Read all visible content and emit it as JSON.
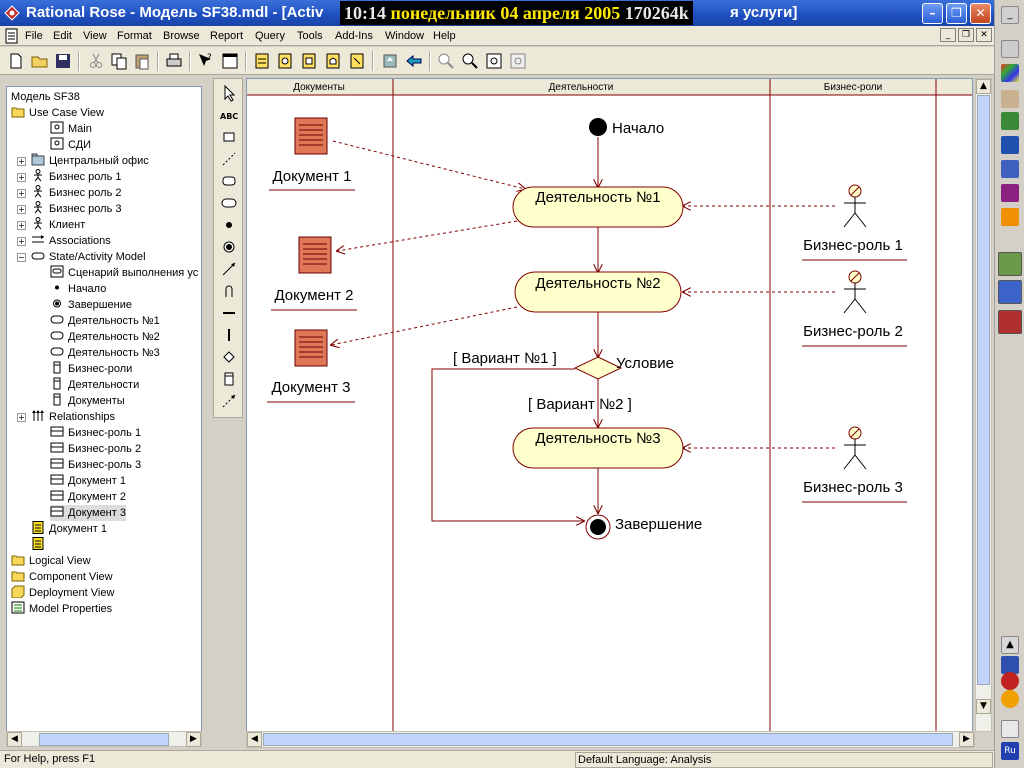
{
  "window": {
    "title": "Rational Rose - Модель SF38.mdl - [Activ",
    "title_tail": "я услуги]",
    "clock_time": "10:14",
    "clock_date": "понедельник 04 апреля 2005",
    "clock_mem": "170264k"
  },
  "menu": [
    "File",
    "Edit",
    "View",
    "Format",
    "Browse",
    "Report",
    "Query",
    "Tools",
    "Add-Ins",
    "Window",
    "Help"
  ],
  "browser": {
    "items": [
      {
        "label": "Модель SF38",
        "icon": "none",
        "expander": "none"
      },
      {
        "label": "Use Case View",
        "icon": "folder-icon",
        "expander": "minus"
      },
      {
        "label": "Main",
        "icon": "diagram-icon",
        "expander": "none"
      },
      {
        "label": "СДИ",
        "icon": "diagram-icon",
        "expander": "none"
      },
      {
        "label": "Центральный офис",
        "icon": "package-icon",
        "expander": "plus"
      },
      {
        "label": "Бизнес роль 1",
        "icon": "actor-icon",
        "expander": "plus"
      },
      {
        "label": "Бизнес роль 2",
        "icon": "actor-icon",
        "expander": "plus"
      },
      {
        "label": "Бизнес роль 3",
        "icon": "actor-icon",
        "expander": "plus"
      },
      {
        "label": "Клиент",
        "icon": "actor-icon",
        "expander": "plus"
      },
      {
        "label": "Associations",
        "icon": "association-icon",
        "expander": "plus"
      },
      {
        "label": "State/Activity Model",
        "icon": "state-model-icon",
        "expander": "minus"
      },
      {
        "label": "Сценарий выполнения ус",
        "icon": "activity-diagram-icon",
        "expander": "none"
      },
      {
        "label": "Начало",
        "icon": "start-state-icon",
        "expander": "none"
      },
      {
        "label": "Завершение",
        "icon": "end-state-icon",
        "expander": "none"
      },
      {
        "label": "Деятельность №1",
        "icon": "activity-icon",
        "expander": "none"
      },
      {
        "label": "Деятельность №2",
        "icon": "activity-icon",
        "expander": "none"
      },
      {
        "label": "Деятельность №3",
        "icon": "activity-icon",
        "expander": "none"
      },
      {
        "label": "Бизнес-роли",
        "icon": "swimlane-icon",
        "expander": "none"
      },
      {
        "label": "Деятельности",
        "icon": "swimlane-icon",
        "expander": "none"
      },
      {
        "label": "Документы",
        "icon": "swimlane-icon",
        "expander": "none"
      },
      {
        "label": "Relationships",
        "icon": "relationships-icon",
        "expander": "plus"
      },
      {
        "label": "Бизнес-роль 1",
        "icon": "object-icon",
        "expander": "none"
      },
      {
        "label": "Бизнес-роль 2",
        "icon": "object-icon",
        "expander": "none"
      },
      {
        "label": "Бизнес-роль 3",
        "icon": "object-icon",
        "expander": "none"
      },
      {
        "label": "Документ 1",
        "icon": "object-icon",
        "expander": "none"
      },
      {
        "label": "Документ 2",
        "icon": "object-icon",
        "expander": "none"
      },
      {
        "label": "Документ 3",
        "icon": "object-icon",
        "expander": "none"
      },
      {
        "label": "Документ 1",
        "icon": "document-icon",
        "expander": "none"
      },
      {
        "label": "",
        "icon": "document-icon",
        "expander": "none"
      },
      {
        "label": "Logical View",
        "icon": "folder-icon",
        "expander": "none"
      },
      {
        "label": "Component View",
        "icon": "folder-icon",
        "expander": "none"
      },
      {
        "label": "Deployment View",
        "icon": "deployment-icon",
        "expander": "none"
      },
      {
        "label": "Model Properties",
        "icon": "properties-icon",
        "expander": "none"
      }
    ],
    "selected_index": 26
  },
  "diagram": {
    "lanes": [
      "Документы",
      "Деятельности",
      "Бизнес-роли"
    ],
    "start_label": "Начало",
    "end_label": "Завершение",
    "activities": [
      "Деятельность №1",
      "Деятельность №2",
      "Деятельность №3"
    ],
    "decision_label": "Условие",
    "guard_1": "[ Вариант №1 ]",
    "guard_2": "[ Вариант №2 ]",
    "documents": [
      "Документ 1",
      "Документ 2",
      "Документ 3"
    ],
    "roles": [
      "Бизнес-роль 1",
      "Бизнес-роль 2",
      "Бизнес-роль 3"
    ]
  },
  "status": {
    "help": "For Help, press F1",
    "language": "Default Language: Analysis"
  },
  "colors": {
    "activity_fill": "#ffffcc",
    "element_border": "#800000",
    "document_fill": "#e07858",
    "title_bar": "#1f4fbf"
  }
}
